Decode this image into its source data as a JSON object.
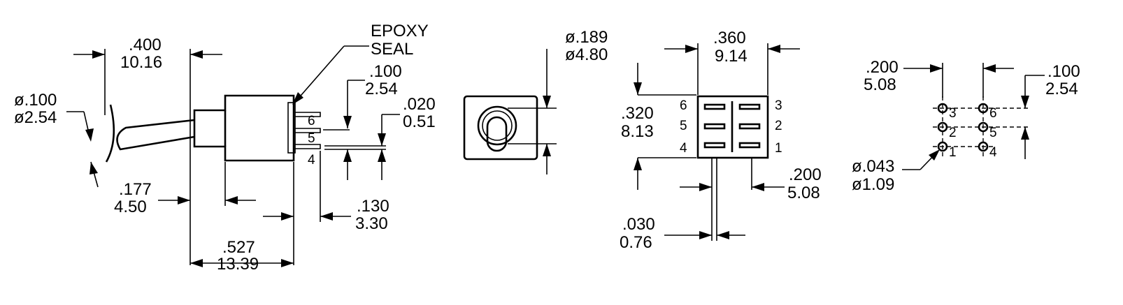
{
  "side_view": {
    "dim_400": {
      "in": ".400",
      "mm": "10.16"
    },
    "dim_dia100": {
      "in": "ø.100",
      "mm": "ø2.54"
    },
    "epoxy_seal": {
      "line1": "EPOXY",
      "line2": "SEAL"
    },
    "dim_100": {
      "in": ".100",
      "mm": "2.54"
    },
    "dim_020": {
      "in": ".020",
      "mm": "0.51"
    },
    "pins": [
      "6",
      "5",
      "4"
    ],
    "dim_177": {
      "in": ".177",
      "mm": "4.50"
    },
    "dim_130": {
      "in": ".130",
      "mm": "3.30"
    },
    "dim_527": {
      "in": ".527",
      "mm": "13.39"
    }
  },
  "front_view": {
    "dim_dia189": {
      "in": "ø.189",
      "mm": "ø4.80"
    }
  },
  "bottom_view": {
    "dim_360": {
      "in": ".360",
      "mm": "9.14"
    },
    "dim_320": {
      "in": ".320",
      "mm": "8.13"
    },
    "left_pins": [
      "6",
      "5",
      "4"
    ],
    "right_pins": [
      "3",
      "2",
      "1"
    ],
    "dim_200": {
      "in": ".200",
      "mm": "5.08"
    },
    "dim_030": {
      "in": ".030",
      "mm": "0.76"
    }
  },
  "pcb_layout": {
    "dim_200": {
      "in": ".200",
      "mm": "5.08"
    },
    "dim_100": {
      "in": ".100",
      "mm": "2.54"
    },
    "dim_dia043": {
      "in": "ø.043",
      "mm": "ø1.09"
    },
    "pins_left": [
      "3",
      "2",
      "1"
    ],
    "pins_right": [
      "6",
      "5",
      "4"
    ]
  }
}
